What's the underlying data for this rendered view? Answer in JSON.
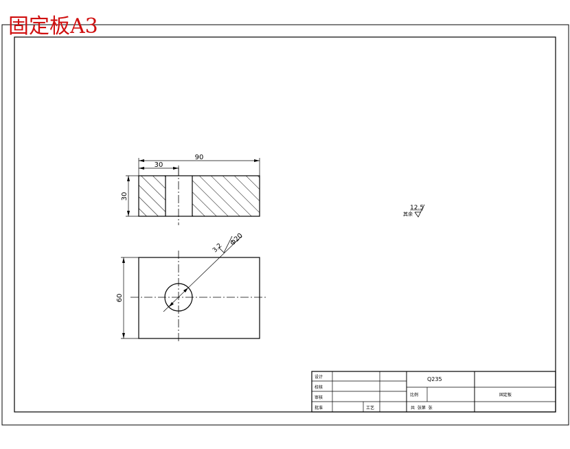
{
  "document": {
    "title": "固定板A3",
    "title_color": "#d01010",
    "line_color": "#000000"
  },
  "front_view": {
    "dim_total_width": "90",
    "dim_slot_offset": "30",
    "dim_height": "30"
  },
  "top_view": {
    "dim_height": "60",
    "dim_hole_diameter": "Φ20",
    "hole_roughness": "3.2"
  },
  "general_roughness": {
    "label": "其余",
    "value": "12.5"
  },
  "title_block": {
    "designer_label": "设计",
    "checker_label": "校核",
    "reviewer_label": "审核",
    "approver_label": "批准",
    "process_label": "工艺",
    "material": "Q235",
    "ratio_label": "比例",
    "part_name": "固定板",
    "sheet_info": "共  张第  张"
  }
}
